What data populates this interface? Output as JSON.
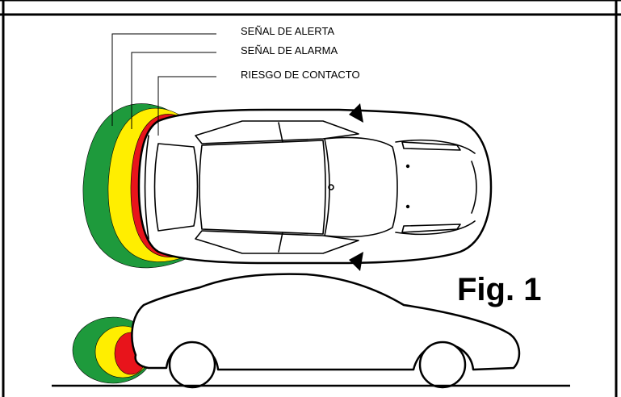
{
  "zones": [
    {
      "label": "SEÑAL DE ALERTA",
      "color": "#1e9a3c"
    },
    {
      "label": "SEÑAL DE ALARMA",
      "color": "#ffee00"
    },
    {
      "label": "RIESGO DE CONTACTO",
      "color": "#e8141b"
    }
  ],
  "figure_label": "Fig. 1",
  "colors": {
    "frame": "#000000",
    "background": "#ffffff"
  }
}
